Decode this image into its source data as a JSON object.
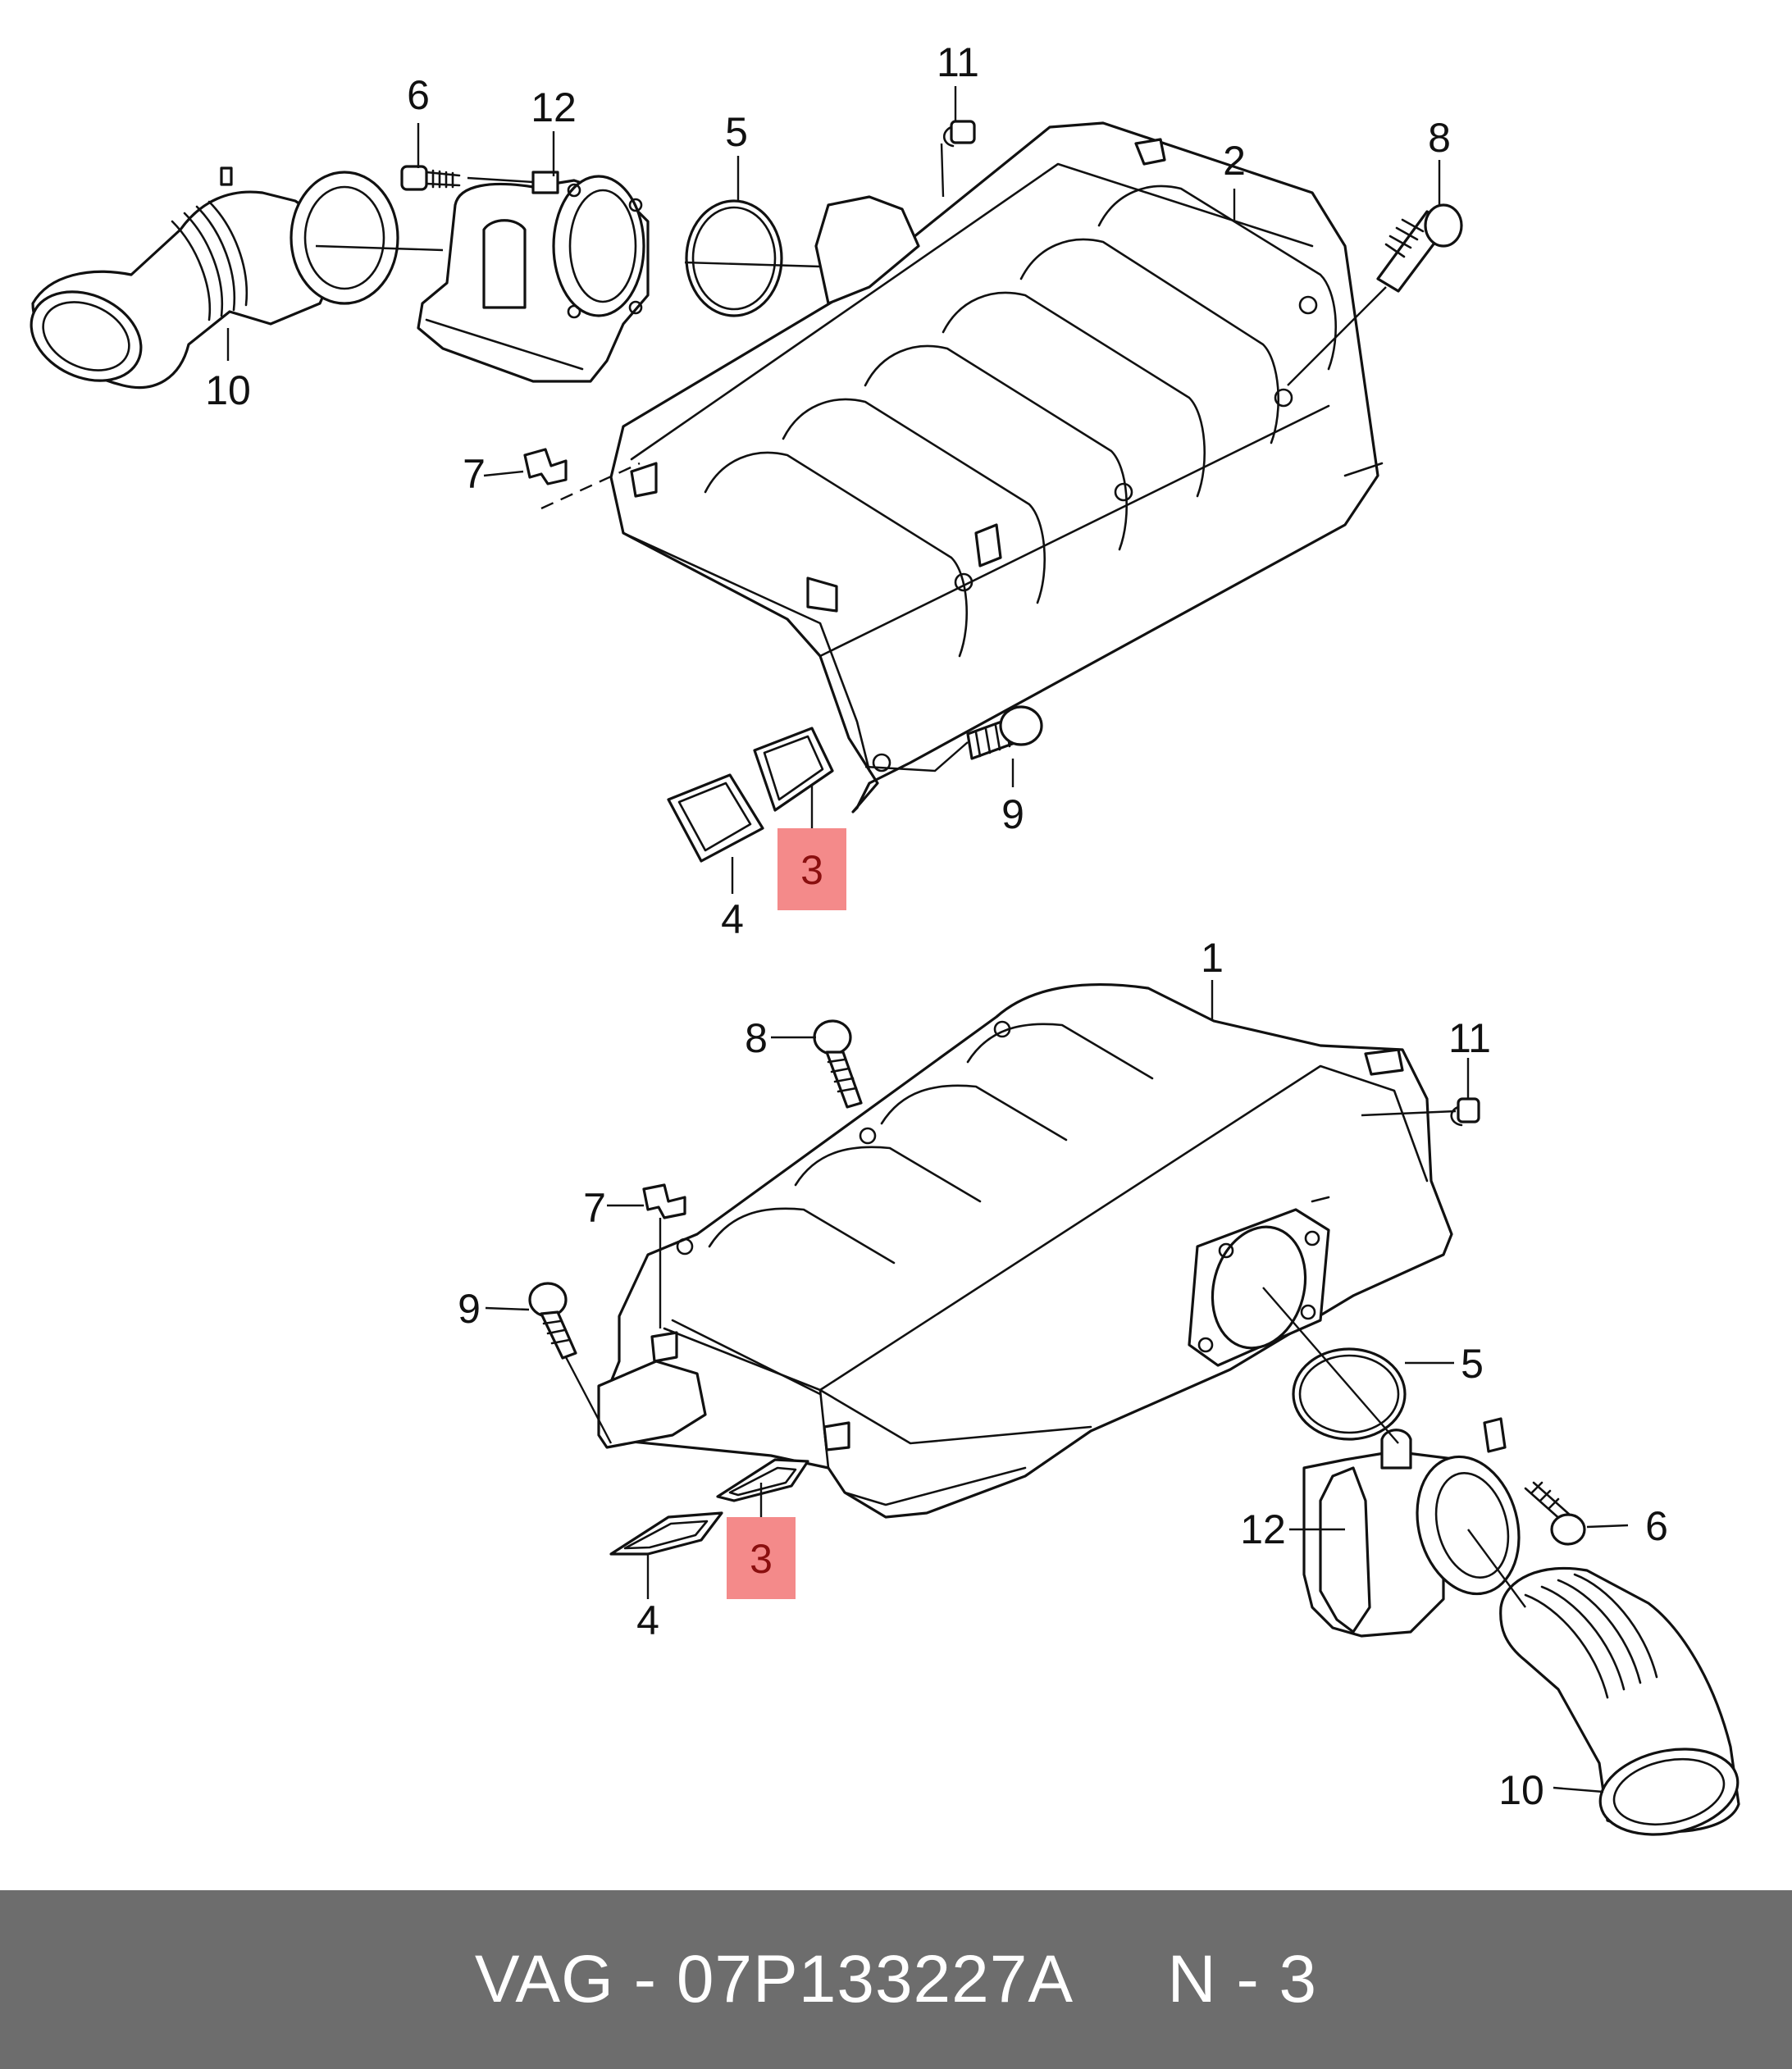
{
  "diagram": {
    "callouts": {
      "upper": {
        "p1": "",
        "p2": "2",
        "p3": "3",
        "p4": "4",
        "p5": "5",
        "p6": "6",
        "p7": "7",
        "p8": "8",
        "p9": "9",
        "p10": "10",
        "p11": "11",
        "p12": "12"
      },
      "lower": {
        "p1": "1",
        "p3": "3",
        "p4": "4",
        "p5": "5",
        "p6": "6",
        "p7": "7",
        "p8": "8",
        "p9": "9",
        "p10": "10",
        "p11": "11",
        "p12": "12"
      }
    },
    "highlight_color": "#f48a8a",
    "highlighted_part": "3"
  },
  "footer": {
    "brand": "VAG",
    "separator": "-",
    "part_number": "07P133227A",
    "position": "N - 3"
  }
}
